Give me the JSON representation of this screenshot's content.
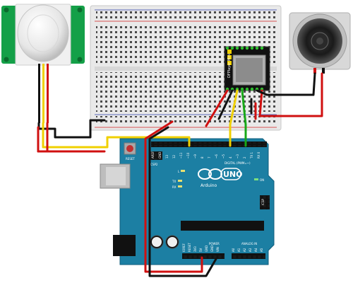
{
  "arduino": {
    "logo": "UNO",
    "brand": "Arduino",
    "reset_label": "RESET",
    "icsp2_label": "ICSP2",
    "icsp_label": "ICSP",
    "digital_label": "DIGITAL (PWM=~)",
    "power_label": "POWER",
    "analog_label": "ANALOG IN",
    "on_label": "ON",
    "l_label": "L",
    "tx_label": "TX",
    "rx_label": "RX",
    "digital_pins": [
      "AREF",
      "GND",
      "13",
      "12",
      "~11",
      "~10",
      "~9",
      "8",
      "7",
      "~6",
      "~5",
      "4",
      "~3",
      "2",
      "TX 1",
      "RX 0"
    ],
    "power_pins": [
      "IOREF",
      "RESET",
      "3V3",
      "5V",
      "GND",
      "GND",
      "VIN"
    ],
    "analog_pins": [
      "A0",
      "A1",
      "A2",
      "A3",
      "A4",
      "A5"
    ]
  },
  "dfplayer": {
    "label": "DFPlayer Mini"
  },
  "colors": {
    "board": "#1c7fa3",
    "breadboard": "#e8e8e8",
    "wire_red": "#d01010",
    "wire_black": "#111111",
    "wire_yellow": "#f0d000",
    "wire_green": "#18a818",
    "pir_green": "#14a048"
  }
}
